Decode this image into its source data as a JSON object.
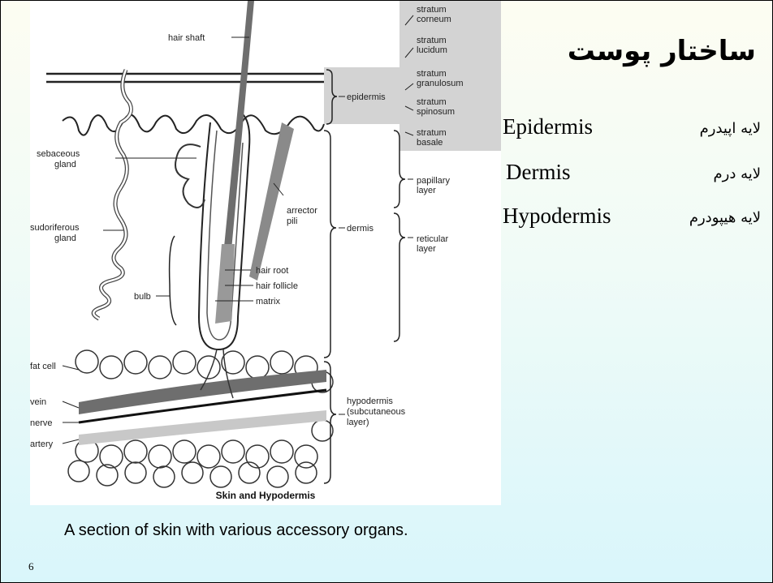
{
  "slide": {
    "title": "ساختار پوست",
    "terms": [
      {
        "english": "Epidermis",
        "persian": "لایه اپیدرم"
      },
      {
        "english": "Dermis",
        "persian": "لایه درم"
      },
      {
        "english": "Hypodermis",
        "persian": "لایه هیپودرم"
      }
    ],
    "caption": "A section of skin with various accessory organs.",
    "page_number": "6"
  },
  "figure": {
    "title": "Skin and Hypodermis",
    "labels": {
      "hair_shaft": "hair shaft",
      "sebaceous_1": "sebaceous",
      "sebaceous_2": "gland",
      "sudoriferous_1": "sudoriferous",
      "sudoriferous_2": "gland",
      "bulb": "bulb",
      "arrector_1": "arrector",
      "arrector_2": "pili",
      "hair_root": "hair root",
      "hair_follicle": "hair follicle",
      "matrix": "matrix",
      "fat_cell": "fat cell",
      "vein": "vein",
      "nerve": "nerve",
      "artery": "artery",
      "epidermis": "epidermis",
      "dermis": "dermis",
      "hypodermis_1": "hypodermis",
      "hypodermis_2": "(subcutaneous",
      "hypodermis_3": "layer)",
      "corneum_1": "stratum",
      "corneum_2": "corneum",
      "lucidum_1": "stratum",
      "lucidum_2": "lucidum",
      "granulosum_1": "stratum",
      "granulosum_2": "granulosum",
      "spinosum_1": "stratum",
      "spinosum_2": "spinosum",
      "basale_1": "stratum",
      "basale_2": "basale",
      "papillary_1": "papillary",
      "papillary_2": "layer",
      "reticular_1": "reticular",
      "reticular_2": "layer"
    }
  }
}
